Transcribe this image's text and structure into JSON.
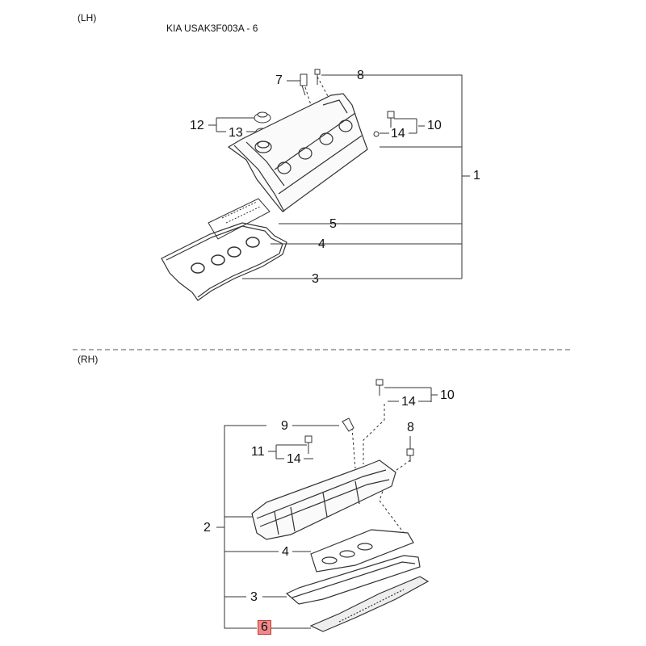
{
  "header": {
    "lh_label": "(LH)",
    "part_code": "KIA USAK3F003A - 6",
    "rh_label": "(RH)"
  },
  "lh_callouts": {
    "c1": "1",
    "c3": "3",
    "c4": "4",
    "c5": "5",
    "c7": "7",
    "c8": "8",
    "c10": "10",
    "c12": "12",
    "c13": "13",
    "c14": "14"
  },
  "rh_callouts": {
    "c2": "2",
    "c3": "3",
    "c4": "4",
    "c6": "6",
    "c8": "8",
    "c9": "9",
    "c10": "10",
    "c11": "11",
    "c14a": "14",
    "c14b": "14"
  },
  "colors": {
    "line": "#333333",
    "highlight": "#f08a8a"
  }
}
